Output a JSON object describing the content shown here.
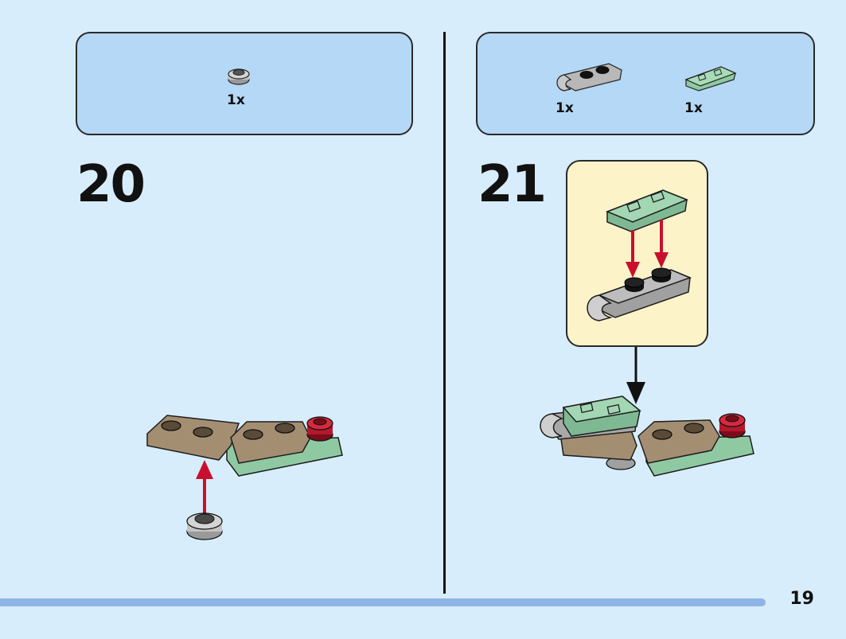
{
  "steps": [
    {
      "number": "20",
      "parts": [
        {
          "icon": "round-plate-1x1-grey-icon",
          "quantity": "1x"
        }
      ]
    },
    {
      "number": "21",
      "parts": [
        {
          "icon": "clip-plate-1x2-grey-icon",
          "quantity": "1x"
        },
        {
          "icon": "tile-1x2-sand-green-icon",
          "quantity": "1x"
        }
      ]
    }
  ],
  "page": {
    "number": "19"
  },
  "colors": {
    "background": "#d8edfb",
    "parts_box": "#b4d8f5",
    "callout": "#fdf3c9",
    "sand_green": "#8fc9a2",
    "tan": "#a48e72",
    "grey": "#b0b0b0",
    "arrow_red": "#c8102e"
  }
}
